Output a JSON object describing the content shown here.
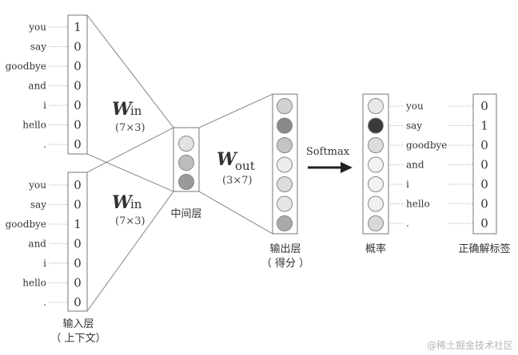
{
  "input_top": {
    "words": [
      "you",
      "say",
      "goodbye",
      "and",
      "i",
      "hello",
      "."
    ],
    "values": [
      "1",
      "0",
      "0",
      "0",
      "0",
      "0",
      "0"
    ]
  },
  "input_bottom": {
    "words": [
      "you",
      "say",
      "goodbye",
      "and",
      "i",
      "hello",
      "."
    ],
    "values": [
      "0",
      "0",
      "1",
      "0",
      "0",
      "0",
      "0"
    ]
  },
  "weights": {
    "w_in_symbol": "W",
    "w_in_sub": "in",
    "w_in_dims": "(7×3)",
    "w_out_symbol": "W",
    "w_out_sub": "out",
    "w_out_dims": "(3×7)"
  },
  "labels": {
    "input_layer": "输入层",
    "input_layer_note": "（ 上下文）",
    "middle_layer": "中间层",
    "output_layer": "输出层",
    "output_layer_note": "（ 得分 ）",
    "softmax": "Softmax",
    "probability": "概率",
    "target_label": "正确解标签",
    "watermark": "@稀土掘金技术社区"
  },
  "hidden_nodes": [
    "#e2e2e2",
    "#bdbdbd",
    "#9a9a9a"
  ],
  "output_nodes": [
    "#d2d2d2",
    "#8a8a8a",
    "#c4c4c4",
    "#ececec",
    "#dddddd",
    "#e6e6e6",
    "#a9a9a9"
  ],
  "prob_nodes": [
    "#e8e8e8",
    "#3a3a3a",
    "#dcdcdc",
    "#f2f2f2",
    "#f2f2f2",
    "#f0f0f0",
    "#d8d8d8"
  ],
  "target": {
    "words": [
      "you",
      "say",
      "goodbye",
      "and",
      "i",
      "hello",
      "."
    ],
    "values": [
      "0",
      "1",
      "0",
      "0",
      "0",
      "0",
      "0"
    ]
  }
}
